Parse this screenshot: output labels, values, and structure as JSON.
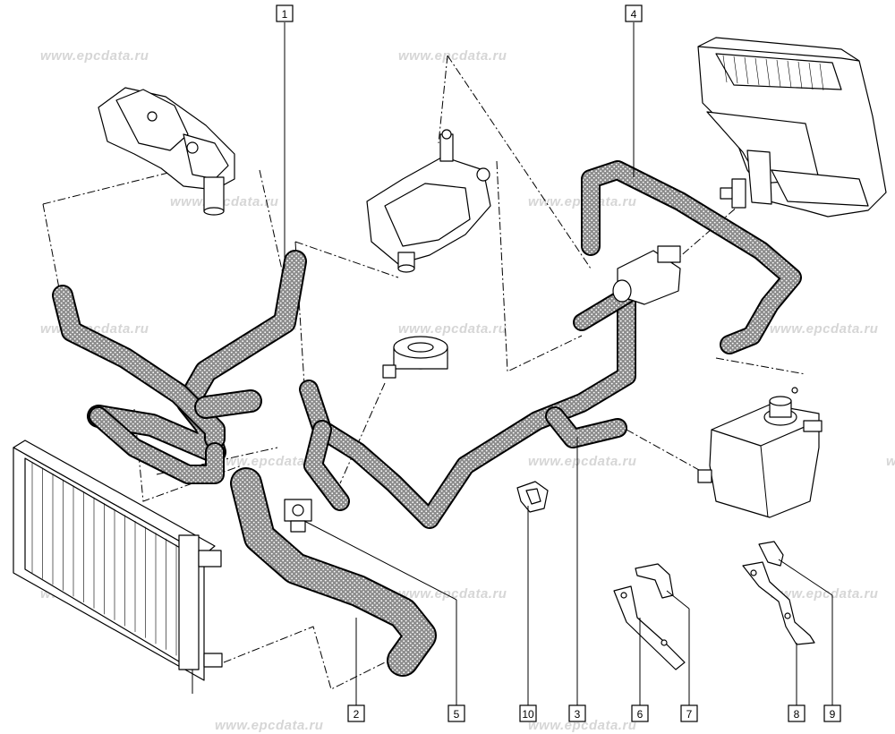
{
  "watermark": {
    "text": "www.epcdata.ru"
  },
  "colors": {
    "ink": "#000000",
    "hose_fill": "#7a7a7a",
    "watermark": "#d6d6d6",
    "paper": "#ffffff"
  },
  "callouts": [
    {
      "id": "1",
      "label": "1"
    },
    {
      "id": "2",
      "label": "2"
    },
    {
      "id": "3",
      "label": "3"
    },
    {
      "id": "4",
      "label": "4"
    },
    {
      "id": "5",
      "label": "5"
    },
    {
      "id": "6",
      "label": "6"
    },
    {
      "id": "7",
      "label": "7"
    },
    {
      "id": "8",
      "label": "8"
    },
    {
      "id": "9",
      "label": "9"
    },
    {
      "id": "10",
      "label": "10"
    }
  ]
}
